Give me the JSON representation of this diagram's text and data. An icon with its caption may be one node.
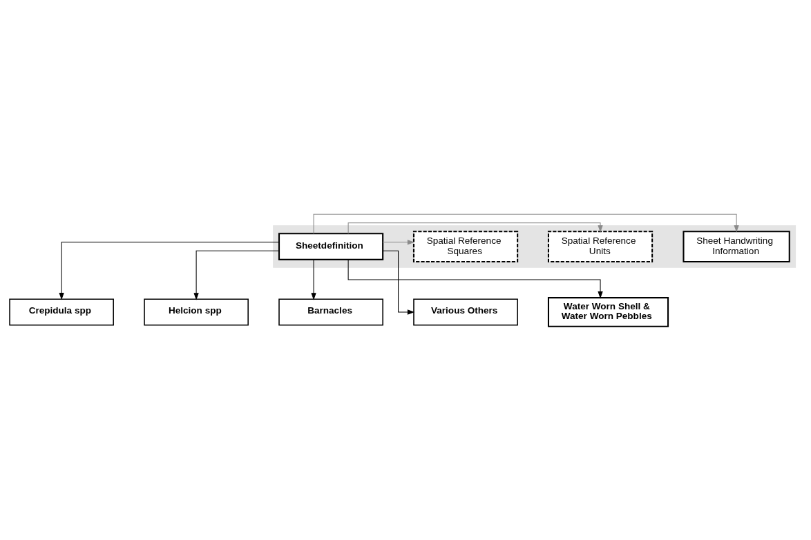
{
  "diagram": {
    "nodes": [
      {
        "text": [],
        "shape": "box"
      },
      {
        "text": [
          "Sheetdefinition"
        ],
        "in": 0
      },
      {
        "text": [
          "Sheet Handwriting Information"
        ],
        "in": 0
      },
      {
        "text": [
          "Spatial Reference Units"
        ],
        "in": 0
      },
      {
        "text": [
          "Spatial Reference Squares"
        ],
        "in": 0
      },
      {
        "text": [
          "Crepidula spp"
        ]
      },
      {
        "text": [
          "Helcion spp"
        ]
      },
      {
        "text": [
          "Barnacles"
        ]
      },
      {
        "text": [
          "Various Others"
        ]
      },
      {
        "text": [
          "Water Worn Shell & Water Worn Pebbles"
        ]
      }
    ],
    "edges": [
      {
        "from": 1,
        "to": 2,
        "arrow": "to",
        "color": "#8a8a8a"
      },
      {
        "from": 1,
        "to": 3,
        "arrow": "to",
        "color": "#8a8a8a"
      },
      {
        "from": 1,
        "to": 4,
        "arrow": "to",
        "color": "#8a8a8a"
      },
      {
        "from": 1,
        "to": 5,
        "arrow": "to"
      },
      {
        "from": 1,
        "to": 6,
        "arrow": "to"
      },
      {
        "from": 1,
        "to": 7,
        "arrow": "to"
      },
      {
        "from": 1,
        "to": 8,
        "arrow": "to"
      },
      {
        "from": 1,
        "to": 9,
        "arrow": "to"
      }
    ]
  }
}
